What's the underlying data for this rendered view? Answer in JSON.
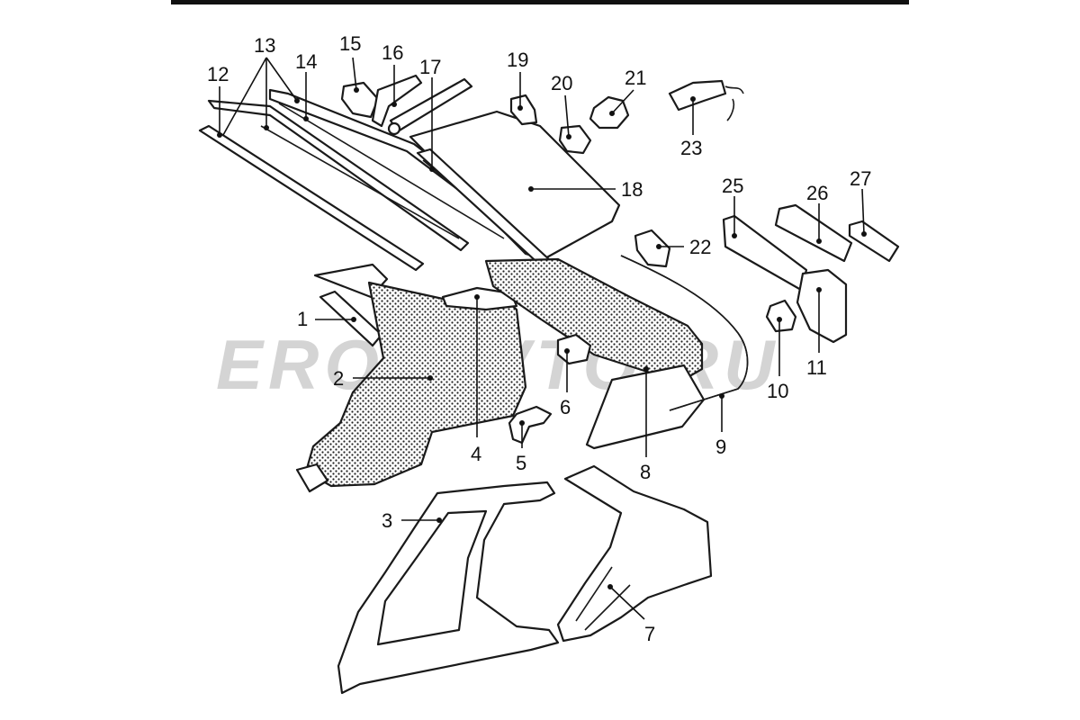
{
  "watermark": "EROZAVTO.RU",
  "callouts": [
    {
      "id": "1",
      "label": "1"
    },
    {
      "id": "2",
      "label": "2"
    },
    {
      "id": "3",
      "label": "3"
    },
    {
      "id": "4",
      "label": "4"
    },
    {
      "id": "5",
      "label": "5"
    },
    {
      "id": "6",
      "label": "6"
    },
    {
      "id": "7",
      "label": "7"
    },
    {
      "id": "8",
      "label": "8"
    },
    {
      "id": "9",
      "label": "9"
    },
    {
      "id": "10",
      "label": "10"
    },
    {
      "id": "11",
      "label": "11"
    },
    {
      "id": "12",
      "label": "12"
    },
    {
      "id": "13",
      "label": "13"
    },
    {
      "id": "14",
      "label": "14"
    },
    {
      "id": "15",
      "label": "15"
    },
    {
      "id": "16",
      "label": "16"
    },
    {
      "id": "17",
      "label": "17"
    },
    {
      "id": "18",
      "label": "18"
    },
    {
      "id": "19",
      "label": "19"
    },
    {
      "id": "20",
      "label": "20"
    },
    {
      "id": "21",
      "label": "21"
    },
    {
      "id": "22",
      "label": "22"
    },
    {
      "id": "23",
      "label": "23"
    },
    {
      "id": "25",
      "label": "25"
    },
    {
      "id": "26",
      "label": "26"
    },
    {
      "id": "27",
      "label": "27"
    }
  ],
  "colors": {
    "line": "#1a1a1a",
    "watermark": "#d4d4d4",
    "background": "#ffffff"
  }
}
